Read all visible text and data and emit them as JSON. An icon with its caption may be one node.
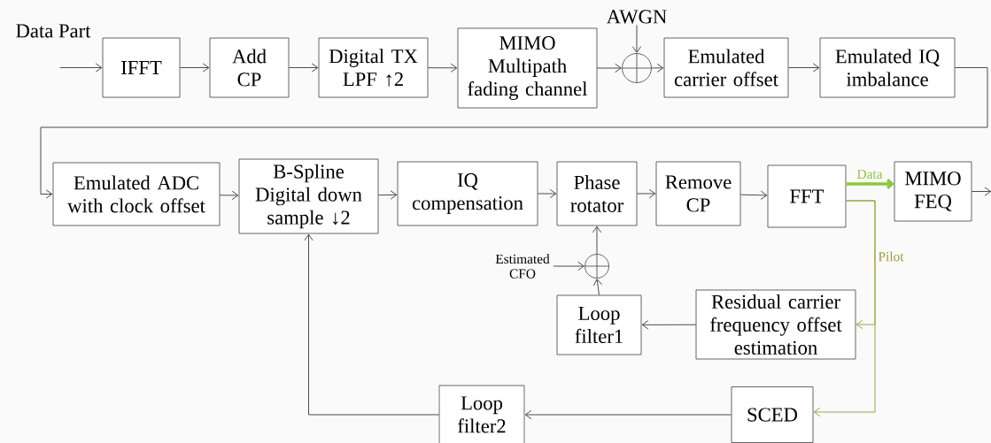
{
  "diagram": {
    "nodes": [
      {
        "text": [
          "IFFT"
        ]
      },
      {
        "text": [
          "Add CP"
        ]
      },
      {
        "text": [
          "Digital TX LPF ↑2"
        ]
      },
      {
        "text": [
          "MIMO Multipath fading channel"
        ]
      },
      {
        "text": [
          "AWGN"
        ]
      },
      {
        "text": [],
        "shape": "circle"
      },
      {
        "text": [
          "Emulated carrier offset"
        ]
      },
      {
        "text": [
          "Emulated IQ imbalance"
        ]
      },
      {
        "text": [
          "Emulated ADC with clock offset"
        ]
      },
      {
        "text": [
          "B-Spline Digital down sample ↓2"
        ]
      },
      {
        "text": [
          "IQ compensation"
        ]
      },
      {
        "text": [
          "Phase rotator"
        ]
      },
      {
        "text": [
          "Remove CP"
        ]
      },
      {
        "text": [
          "FFT"
        ]
      },
      {
        "text": [
          "MIMO FEQ"
        ]
      },
      {
        "text": [
          "Estimated CFO"
        ]
      },
      {
        "text": [],
        "shape": "circle"
      },
      {
        "text": [
          "Loop filter1"
        ]
      },
      {
        "text": [
          "Residual carrier frequency offset estimation"
        ]
      },
      {
        "text": [
          "SCED"
        ]
      },
      {
        "text": [
          "Loop filter2"
        ]
      }
    ],
    "edges": [
      {
        "from": null,
        "to": 0,
        "arrow": "to"
      },
      {
        "from": 0,
        "to": 1,
        "arrow": "to"
      },
      {
        "from": 1,
        "to": 2,
        "arrow": "to"
      },
      {
        "from": 2,
        "to": 3,
        "arrow": "to"
      },
      {
        "from": 3,
        "to": 5,
        "arrow": "to"
      },
      {
        "from": 4,
        "to": 5,
        "arrow": "to"
      },
      {
        "from": 5,
        "to": 6,
        "arrow": "to"
      },
      {
        "from": 6,
        "to": 7,
        "arrow": "to"
      },
      {
        "from": 7,
        "to": 8,
        "arrow": "to"
      },
      {
        "from": 8,
        "to": 9,
        "arrow": "to"
      },
      {
        "from": 9,
        "to": 10,
        "arrow": "to"
      },
      {
        "from": 10,
        "to": 11,
        "arrow": "to"
      },
      {
        "from": 11,
        "to": 12,
        "arrow": "to"
      },
      {
        "from": 12,
        "to": 13,
        "arrow": "to"
      },
      {
        "from": 13,
        "to": 14,
        "arrow": "to",
        "label": "Data",
        "style": "thick",
        "color": "#8cc63f"
      },
      {
        "from": 14,
        "to": null,
        "arrow": "to"
      },
      {
        "from": 13,
        "to": 18,
        "arrow": "to",
        "label": "Pilot",
        "color": "#9c9c3a"
      },
      {
        "from": 13,
        "to": 19,
        "arrow": "to",
        "color": "#9c9c3a"
      },
      {
        "from": 18,
        "to": 17,
        "arrow": "to"
      },
      {
        "from": 15,
        "to": 16,
        "arrow": "to"
      },
      {
        "from": 17,
        "to": 16,
        "arrow": "to"
      },
      {
        "from": 16,
        "to": 11,
        "arrow": "to"
      },
      {
        "from": 19,
        "to": 20,
        "arrow": "to"
      },
      {
        "from": 20,
        "to": 9,
        "arrow": "to"
      }
    ],
    "labels": [
      "Data Part"
    ]
  }
}
